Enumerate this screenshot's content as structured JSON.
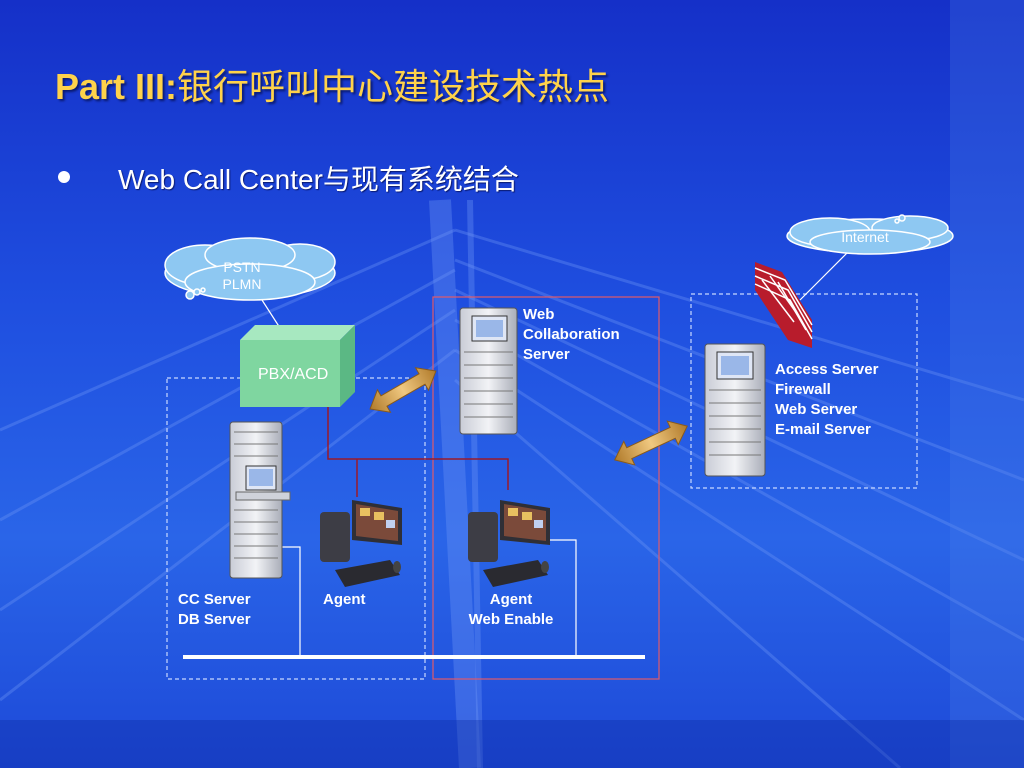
{
  "slide": {
    "title_prefix": "Part III:",
    "title_cn": "银行呼叫中心建设技术热点",
    "bullet": "Web Call Center与现有系统结合"
  },
  "diagram": {
    "clouds": {
      "pstn": [
        "PSTN",
        "PLMN"
      ],
      "internet": "Internet"
    },
    "pbx_label": "PBX/ACD",
    "web_collab": [
      "Web",
      "Collaboration",
      "Server"
    ],
    "access": [
      "Access Server",
      "Firewall",
      "Web Server",
      "E-mail Server"
    ],
    "cc_server": [
      "CC Server",
      "DB Server"
    ],
    "agent": "Agent",
    "agent_web": [
      "Agent",
      "Web Enable"
    ]
  },
  "colors": {
    "title": "#ffd24a",
    "pbx_box": "#7fd6a0",
    "cloud": "#8ec8f2",
    "firewall": "#cc2233",
    "region_dash": "#c8d8ff",
    "region_red": "#e05a6a",
    "link_line": "#9a1a2a",
    "arrow": "#d9a24a"
  }
}
